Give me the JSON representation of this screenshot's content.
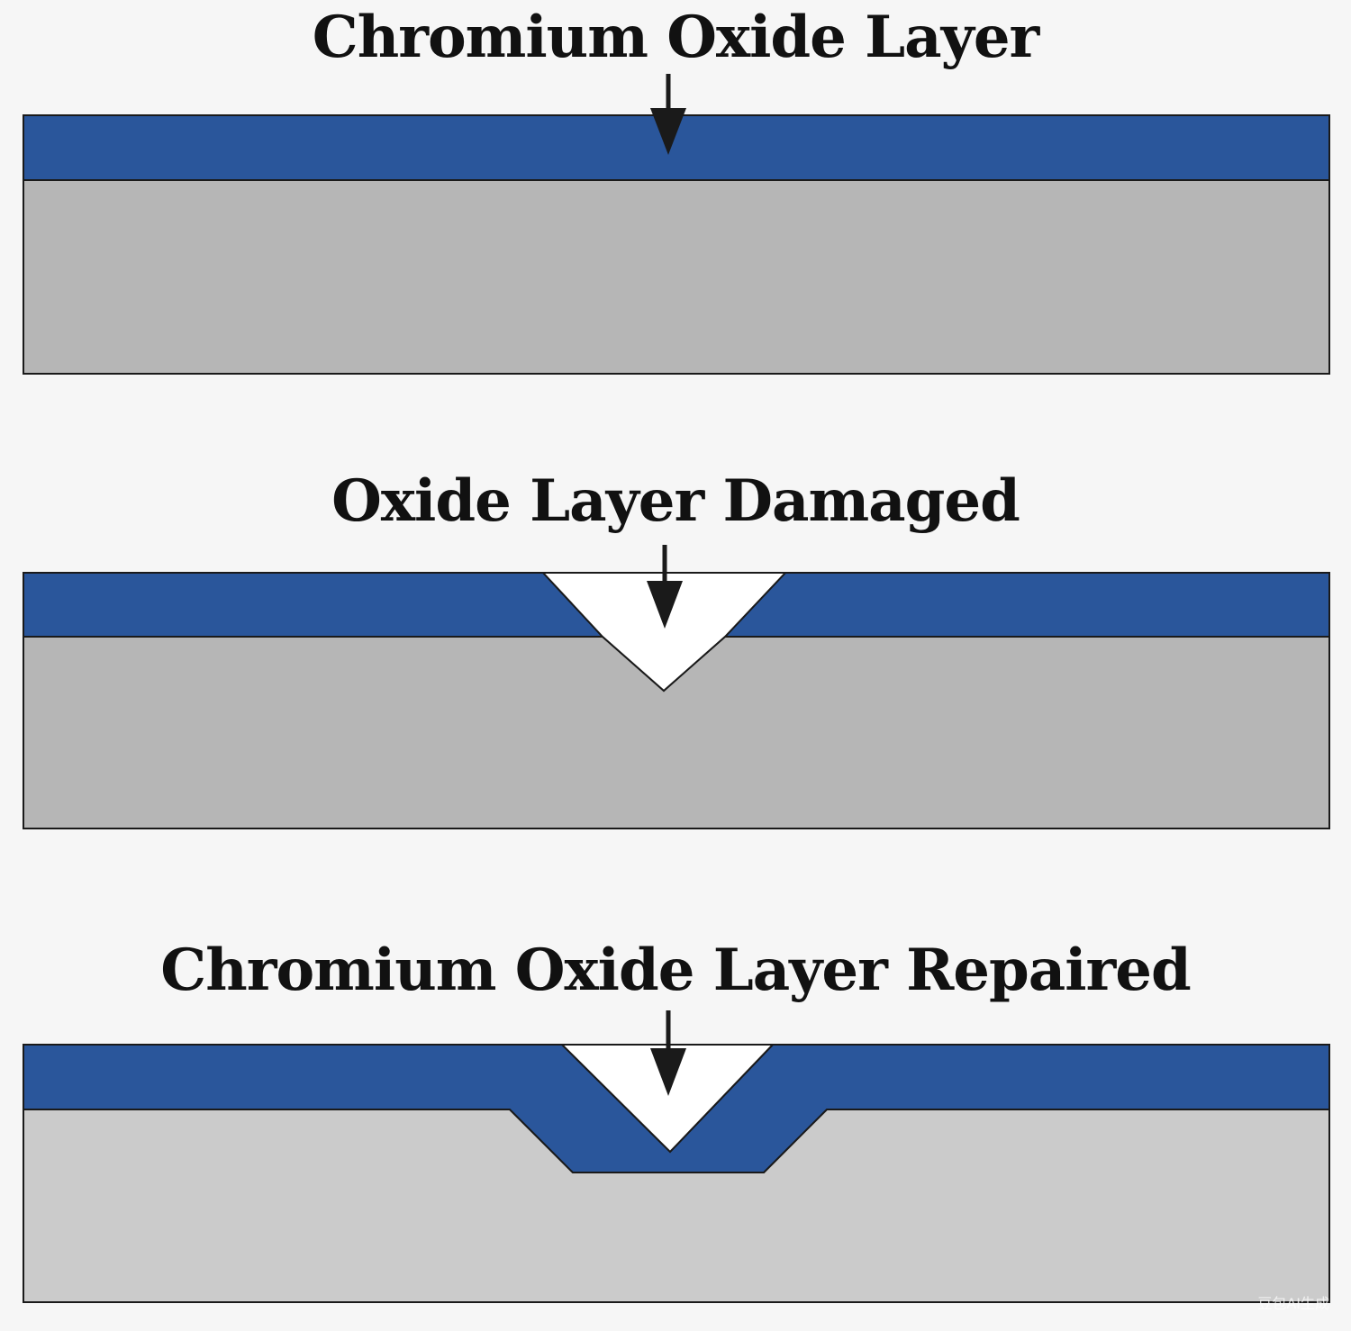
{
  "panels": [
    {
      "title": "Chromium Oxide Layer",
      "state": "intact"
    },
    {
      "title": "Oxide Layer Damaged",
      "state": "damaged"
    },
    {
      "title": "Chromium Oxide Layer Repaired",
      "state": "repaired"
    }
  ],
  "watermark": "豆包AI生成",
  "colors": {
    "oxide_layer": "#2a569b",
    "metal_base": "#b6b6b6",
    "metal_base_light": "#cbcbcb",
    "outline": "#1a1a1a",
    "arrow": "#1a1a1a",
    "background": "#f6f6f6"
  }
}
